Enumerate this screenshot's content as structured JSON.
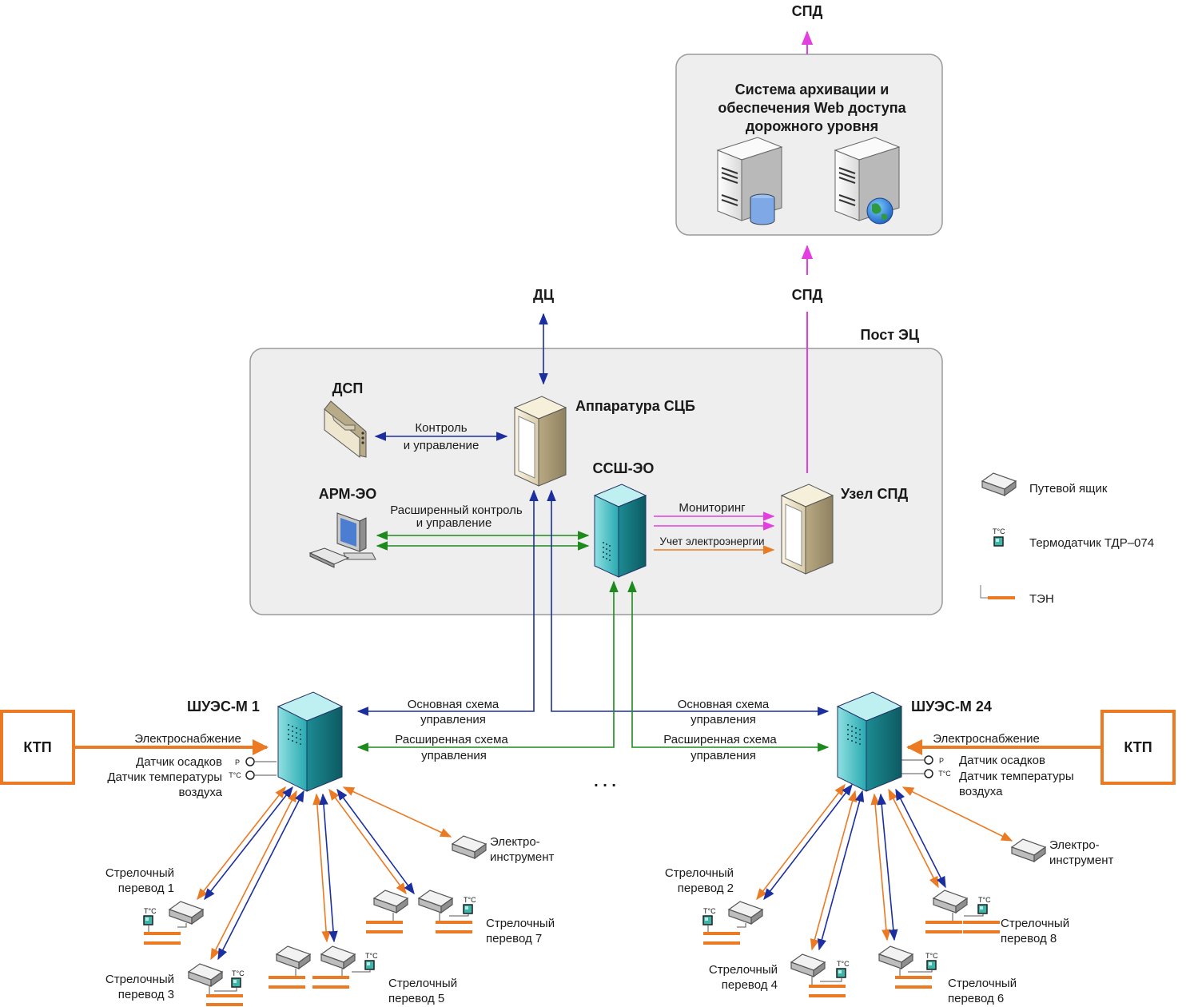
{
  "colors": {
    "blue": "#1b2fa0",
    "green": "#1d8a1d",
    "magenta": "#e33ee0",
    "orange": "#ec7a22",
    "panel": "#eeeeee",
    "panel_border": "#9a9a9a",
    "teal": "#2ab0b6"
  },
  "icons": {
    "db_server": "server-database-icon",
    "web_server": "server-web-icon",
    "rack": "rack-cabinet-icon",
    "panel": "control-panel-icon",
    "workstation": "workstation-icon",
    "track_box": "track-box-icon",
    "thermo": "thermo-sensor-icon",
    "heater": "heater-icon"
  },
  "labels": {
    "spd_top": "СПД",
    "archive_title": [
      "Система архивации и",
      "обеспечения Web доступа",
      "дорожного уровня"
    ],
    "dc": "ДЦ",
    "spd_mid": "СПД",
    "post": "Пост ЭЦ",
    "dsp": "ДСП",
    "control": [
      "Контроль",
      "и управление"
    ],
    "scb": "Аппаратура СЦБ",
    "ssh": "ССШ-ЭО",
    "arm": "АРМ-ЭО",
    "ext_control": [
      "Расширенный контроль",
      "и управление"
    ],
    "monitoring": "Мониторинг",
    "energy": "Учет электроэнергии",
    "spd_node": "Узел СПД",
    "shues1": "ШУЭС-М 1",
    "shues24": "ШУЭС-М 24",
    "ktp": "КТП",
    "power": "Электроснабжение",
    "rain": "Датчик осадков",
    "air_temp": [
      "Датчик температуры",
      "воздуха"
    ],
    "p": "P",
    "tc": "T°C",
    "main_scheme": [
      "Основная схема",
      "управления"
    ],
    "ext_scheme": [
      "Расширенная схема",
      "управления"
    ],
    "dots": ". . .",
    "tool": [
      "Электро-",
      "инструмент"
    ],
    "switch_word": "Стрелочный",
    "switches": [
      "перевод 1",
      "перевод 2",
      "перевод 3",
      "перевод 4",
      "перевод 5",
      "перевод 6",
      "перевод 7",
      "перевод 8"
    ]
  },
  "legend": {
    "track_box": "Путевой ящик",
    "thermo": "Термодатчик ТДР–074",
    "heater": "ТЭН"
  }
}
